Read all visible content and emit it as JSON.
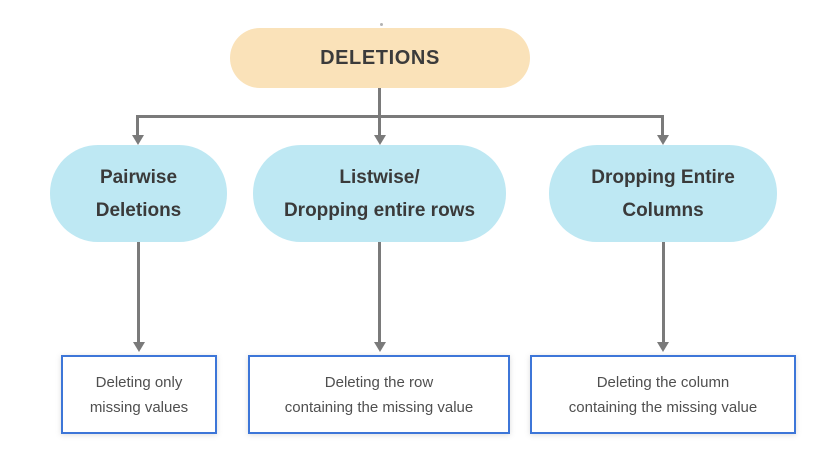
{
  "colors": {
    "root_fill": "#FAE2B9",
    "node_fill": "#BEE8F3",
    "line_gray": "#7A7A7A",
    "leaf_border": "#3D76D8",
    "heading_text": "#3B3B3B",
    "node_text": "#3A3A3A",
    "leaf_text": "#4F4F4F",
    "background": "#FFFFFF"
  },
  "diagram": {
    "root": {
      "label": "DELETIONS"
    },
    "branches": [
      {
        "node_line1": "Pairwise",
        "node_line2": "Deletions",
        "leaf_line1": "Deleting only",
        "leaf_line2": "missing values"
      },
      {
        "node_line1": "Listwise/",
        "node_line2": "Dropping entire rows",
        "leaf_line1": "Deleting the row",
        "leaf_line2": "containing the missing value"
      },
      {
        "node_line1": "Dropping Entire",
        "node_line2": "Columns",
        "leaf_line1": "Deleting the column",
        "leaf_line2": "containing the missing value"
      }
    ]
  }
}
